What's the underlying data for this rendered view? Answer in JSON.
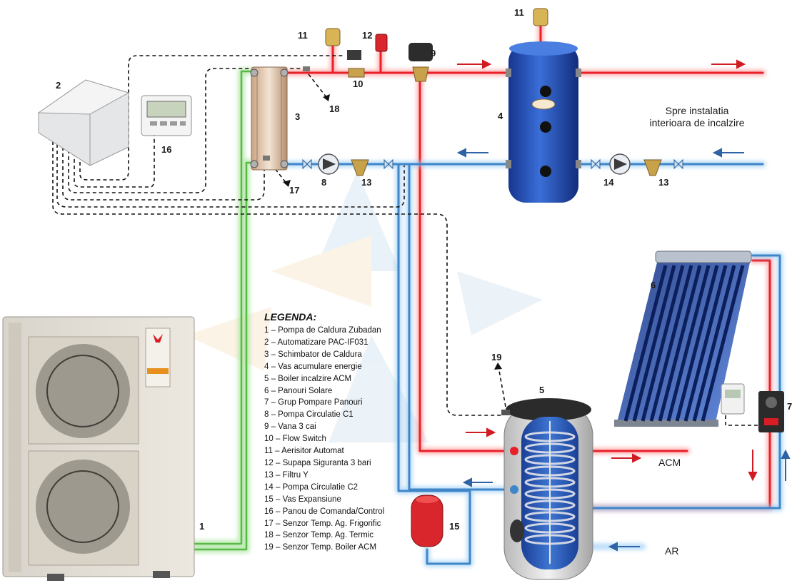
{
  "labels": {
    "n1": "1",
    "n2": "2",
    "n3": "3",
    "n4": "4",
    "n5": "5",
    "n6": "6",
    "n7": "7",
    "n8": "8",
    "n9": "9",
    "n10": "10",
    "n11a": "11",
    "n11b": "11",
    "n12": "12",
    "n13a": "13",
    "n13b": "13",
    "n14": "14",
    "n15": "15",
    "n16": "16",
    "n17": "17",
    "n18": "18",
    "n19": "19"
  },
  "text": {
    "spre_line1": "Spre instalatia",
    "spre_line2": "interioara  de incalzire",
    "acm": "ACM",
    "ar": "AR"
  },
  "legend": {
    "title": "LEGENDA:",
    "items": [
      "1  – Pompa de Caldura Zubadan",
      "2  – Automatizare PAC-IF031",
      "3  – Schimbator de Caldura",
      "4  – Vas acumulare energie",
      "5  – Boiler incalzire ACM",
      "6  – Panouri Solare",
      "7  – Grup Pompare  Panouri",
      "8  – Pompa Circulatie C1",
      "9  – Vana 3 cai",
      "10 – Flow Switch",
      "11 – Aerisitor Automat",
      "12 – Supapa Siguranta 3 bari",
      "13 – Filtru Y",
      "14 – Pompa Circulatie C2",
      "15 – Vas Expansiune",
      "16 – Panou de Comanda/Control",
      "17 – Senzor Temp. Ag. Frigorific",
      "18 – Senzor Temp. Ag. Termic",
      "19 – Senzor Temp. Boiler ACM"
    ]
  },
  "colors": {
    "hot": "#e8202a",
    "cold": "#3f86c8",
    "refrigerant": "#58b848",
    "signal": "#111111"
  }
}
